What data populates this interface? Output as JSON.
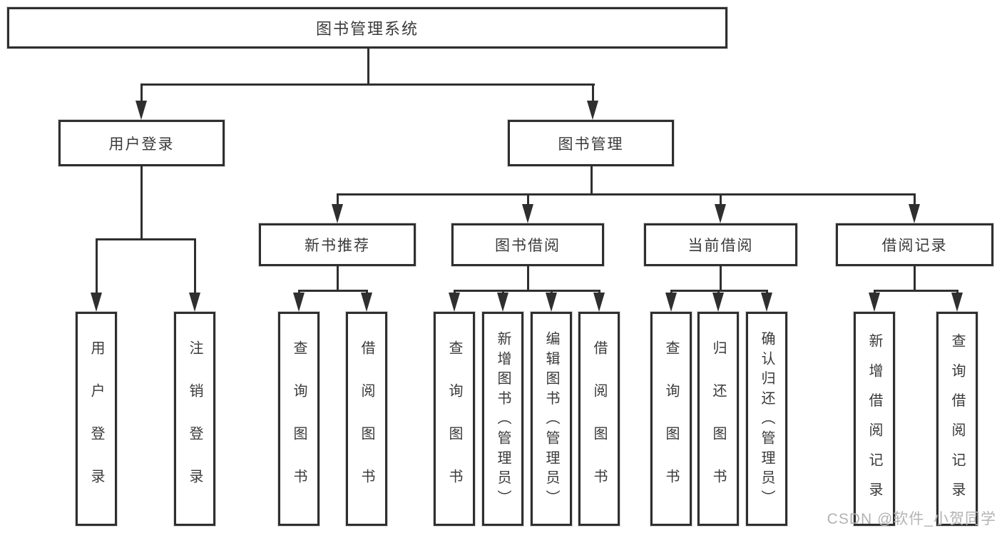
{
  "diagram": {
    "root": {
      "label": "图书管理系统"
    },
    "level2": [
      {
        "label": "用户登录",
        "children": [
          {
            "label": "用户登录"
          },
          {
            "label": "注销登录"
          }
        ]
      },
      {
        "label": "图书管理",
        "children": [
          {
            "label": "新书推荐",
            "children": [
              {
                "label": "查询图书"
              },
              {
                "label": "借阅图书"
              }
            ]
          },
          {
            "label": "图书借阅",
            "children": [
              {
                "label": "查询图书"
              },
              {
                "label": "新增图书（管理员）"
              },
              {
                "label": "编辑图书（管理员）"
              },
              {
                "label": "借阅图书"
              }
            ]
          },
          {
            "label": "当前借阅",
            "children": [
              {
                "label": "查询图书"
              },
              {
                "label": "归还图书"
              },
              {
                "label": "确认归还（管理员）"
              }
            ]
          },
          {
            "label": "借阅记录",
            "children": [
              {
                "label": "新增借阅记录"
              },
              {
                "label": "查询借阅记录"
              }
            ]
          }
        ]
      }
    ]
  },
  "watermark": {
    "text": "CSDN @软件_小贺同学"
  },
  "colors": {
    "line": "#2f2f2f",
    "text": "#3a3a3a",
    "watermark": "#b3b3b3",
    "background": "#ffffff"
  }
}
